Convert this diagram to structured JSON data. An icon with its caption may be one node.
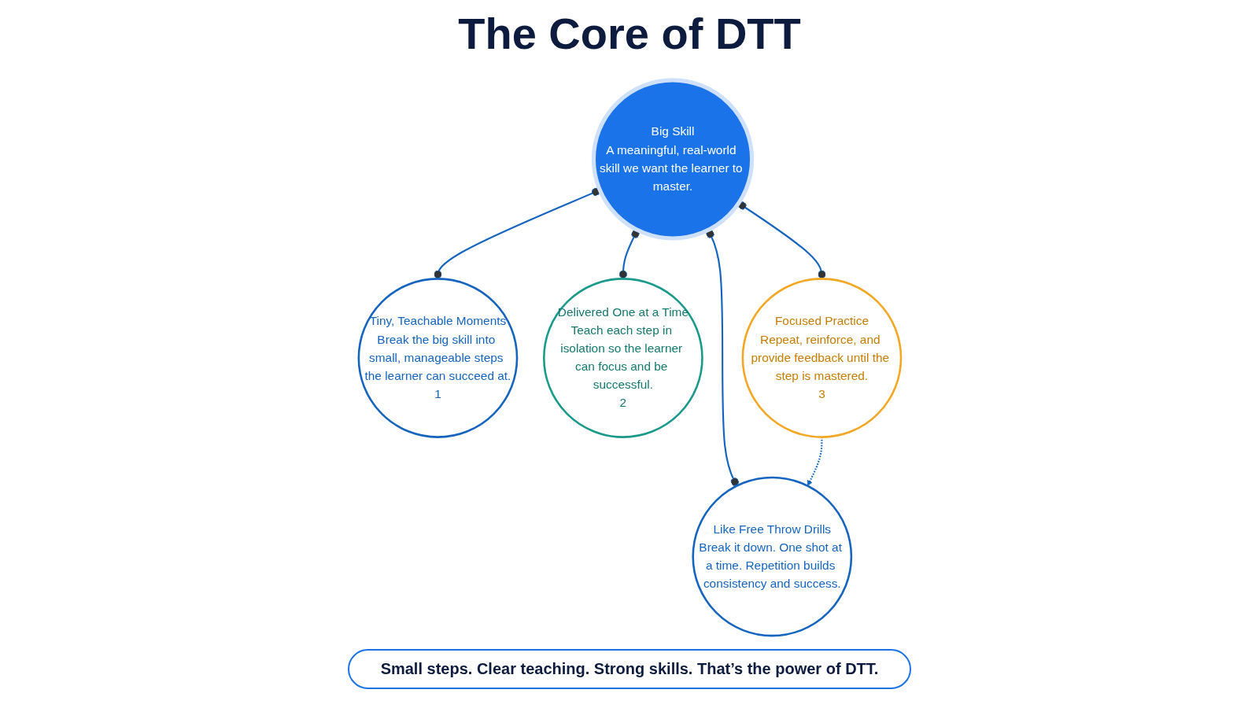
{
  "diagram": {
    "title": "The Core of DTT",
    "caption": "Small steps. Clear teaching. Strong skills. That’s the power of DTT.",
    "nodes": [
      {
        "text": [
          "Big Skill",
          "A meaningful, real-world skill we want the learner to master."
        ]
      },
      {
        "text": [
          "Tiny, Teachable Moments",
          "Break the big skill into small, manageable steps the learner can succeed at.",
          "1"
        ]
      },
      {
        "text": [
          "Delivered One at a Time",
          "Teach each step in isolation so the learner can focus and be successful.",
          "2"
        ]
      },
      {
        "text": [
          "Focused Practice",
          "Repeat, reinforce, and provide feedback until the step is mastered.",
          "3"
        ]
      },
      {
        "text": [
          "Like Free Throw Drills",
          "Break it down. One shot at a time. Repetition builds consistency and success."
        ]
      }
    ],
    "edges": [
      {
        "from": 0,
        "to": 1,
        "arrow": "other"
      },
      {
        "from": 0,
        "to": 2,
        "arrow": "other"
      },
      {
        "from": 0,
        "to": 3,
        "arrow": "other"
      },
      {
        "from": 0,
        "to": 4,
        "arrow": "other"
      },
      {
        "from": 3,
        "to": 4,
        "arrow": "to",
        "style": "dashed"
      }
    ]
  }
}
